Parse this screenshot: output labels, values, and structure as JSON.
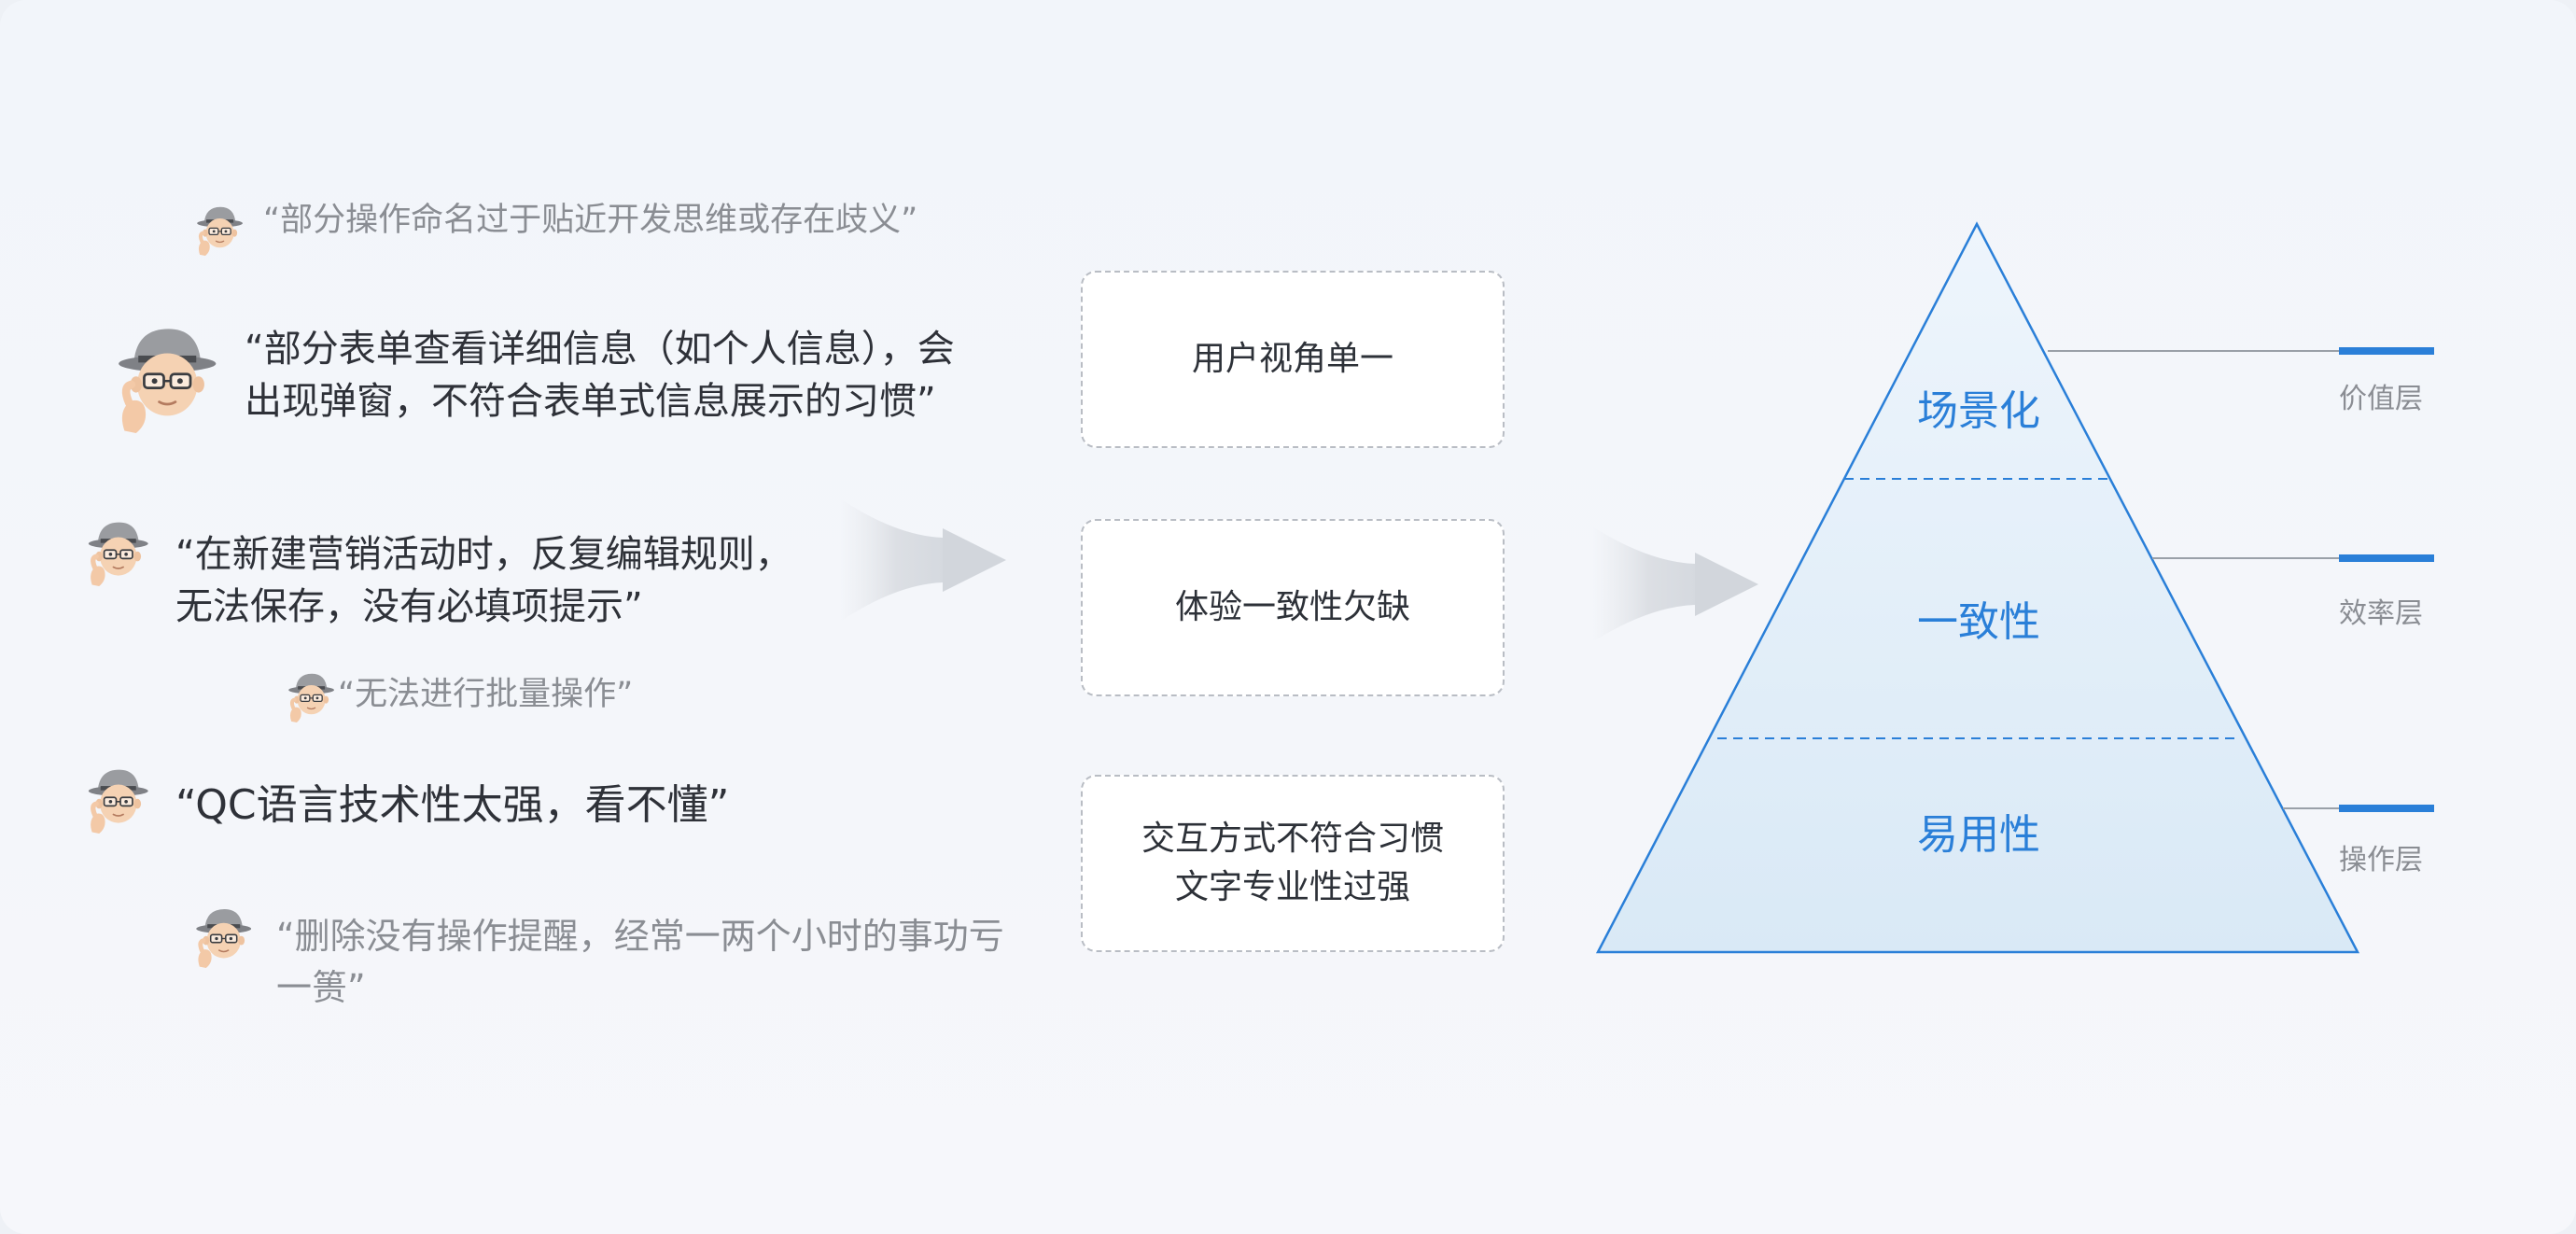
{
  "colors": {
    "accent_blue": "#2a7fd8",
    "pyramid_fill_top": "#eaf3fb",
    "pyramid_fill_bottom": "#dbeaf6",
    "quote_gray": "#8a8d93",
    "quote_dark": "#2e3138",
    "dashed_border": "#b9bdc4"
  },
  "quotes": [
    {
      "text": "“部分操作命名过于贴近开发思维或存在歧义”",
      "style": "small"
    },
    {
      "text": "“部分表单查看详细信息（如个人信息），会出现弹窗，不符合表单式信息展示的习惯”",
      "style": "large"
    },
    {
      "text": "“在新建营销活动时，反复编辑规则，无法保存，没有必填项提示”",
      "style": "large"
    },
    {
      "text": "“无法进行批量操作”",
      "style": "small"
    },
    {
      "text": "“QC语言技术性太强，看不懂”",
      "style": "large"
    },
    {
      "text": "“删除没有操作提醒，经常一两个小时的事功亏一篑”",
      "style": "small"
    }
  ],
  "problems": [
    {
      "lines": [
        "用户视角单一"
      ]
    },
    {
      "lines": [
        "体验一致性欠缺"
      ]
    },
    {
      "lines": [
        "交互方式不符合习惯",
        "文字专业性过强"
      ]
    }
  ],
  "pyramid": {
    "layers": [
      "场景化",
      "一致性",
      "易用性"
    ],
    "tiers": [
      "价值层",
      "效率层",
      "操作层"
    ]
  },
  "icons": [
    "avatar-icon",
    "arrow-right-icon"
  ]
}
